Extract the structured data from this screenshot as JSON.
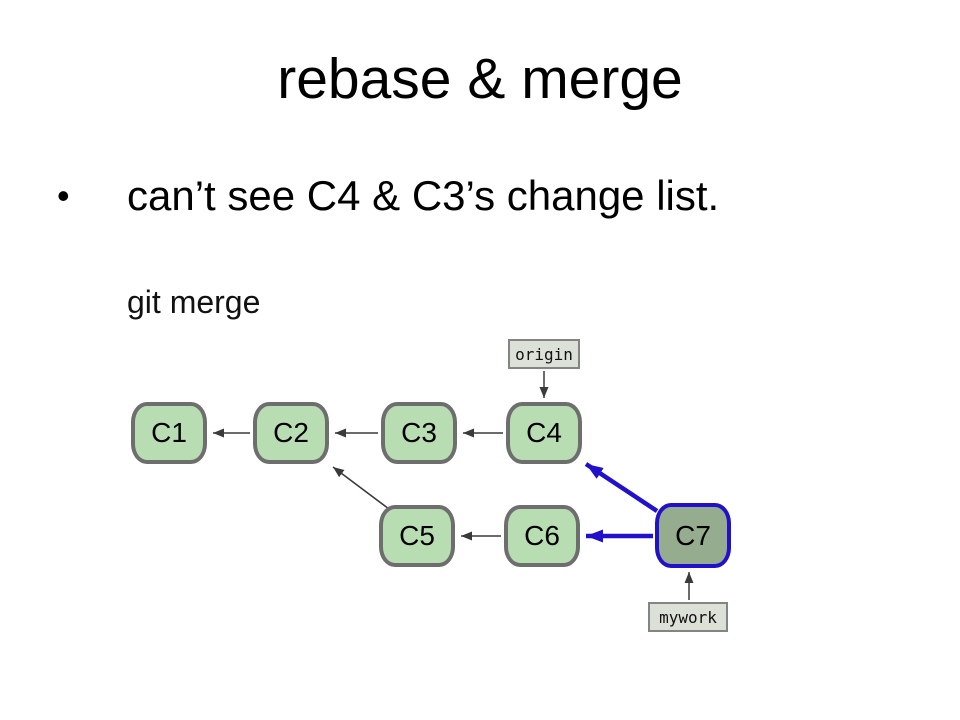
{
  "slide": {
    "title": "rebase & merge",
    "bullets": [
      {
        "marker": "•",
        "text": "can’t see C4 & C3’s change list."
      }
    ],
    "diagram_caption": "git merge"
  },
  "diagram": {
    "nodes": [
      {
        "id": "C1",
        "label": "C1",
        "highlight": false
      },
      {
        "id": "C2",
        "label": "C2",
        "highlight": false
      },
      {
        "id": "C3",
        "label": "C3",
        "highlight": false
      },
      {
        "id": "C4",
        "label": "C4",
        "highlight": false
      },
      {
        "id": "C5",
        "label": "C5",
        "highlight": false
      },
      {
        "id": "C6",
        "label": "C6",
        "highlight": false
      },
      {
        "id": "C7",
        "label": "C7",
        "highlight": true
      }
    ],
    "refs": [
      {
        "label": "origin",
        "points_to": "C4"
      },
      {
        "label": "mywork",
        "points_to": "C7"
      }
    ],
    "edges": [
      {
        "from": "C2",
        "to": "C1",
        "type": "parent"
      },
      {
        "from": "C3",
        "to": "C2",
        "type": "parent"
      },
      {
        "from": "C4",
        "to": "C3",
        "type": "parent"
      },
      {
        "from": "C5",
        "to": "C2",
        "type": "parent"
      },
      {
        "from": "C6",
        "to": "C5",
        "type": "parent"
      },
      {
        "from": "origin",
        "to": "C4",
        "type": "ref-pointer"
      },
      {
        "from": "mywork",
        "to": "C7",
        "type": "ref-pointer"
      },
      {
        "from": "C7",
        "to": "C4",
        "type": "merge-parent-highlight"
      },
      {
        "from": "C7",
        "to": "C6",
        "type": "merge-parent-highlight"
      }
    ],
    "colors": {
      "node_fill": "#b9ddb3",
      "node_border": "#6e6e6e",
      "merge_node_fill": "#96ac8e",
      "highlight_blue": "#2211cc",
      "arrow_gray": "#3a3a3a",
      "ref_fill": "#dce1d8",
      "ref_border": "#848484",
      "background": "#ffffff",
      "text": "#000000"
    }
  }
}
